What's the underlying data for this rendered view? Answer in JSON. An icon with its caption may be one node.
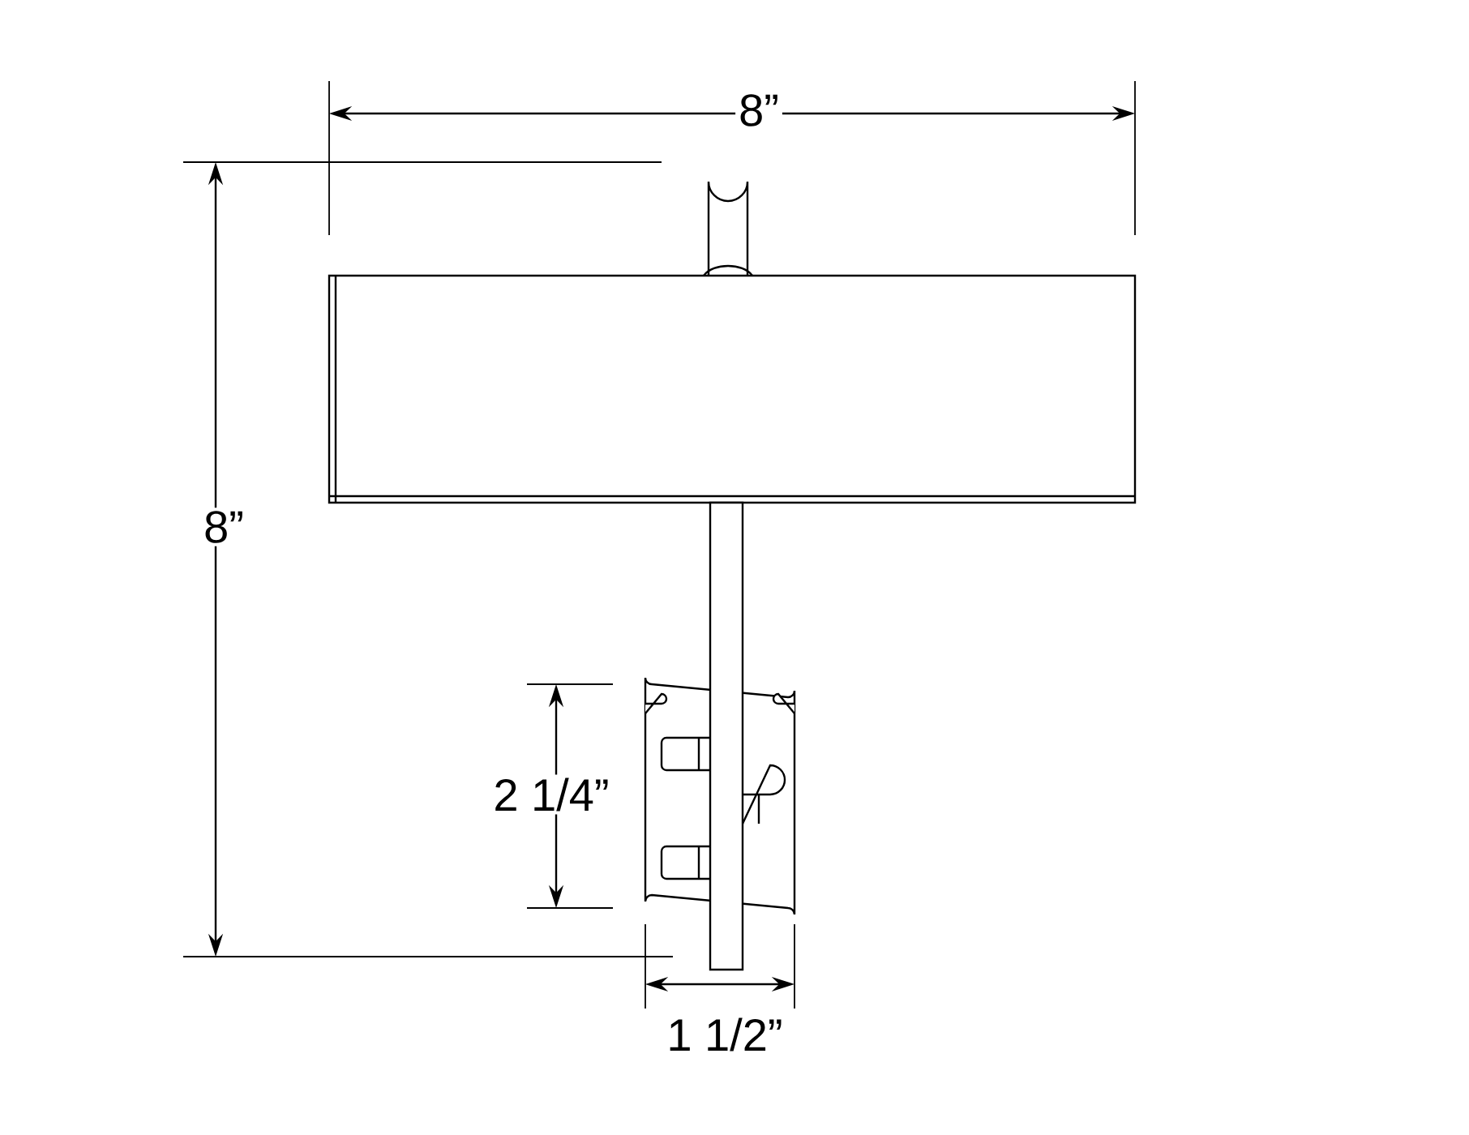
{
  "diagram": {
    "labels": [
      "8”",
      "8”",
      "2 1/4”",
      "1 1/2”"
    ]
  }
}
